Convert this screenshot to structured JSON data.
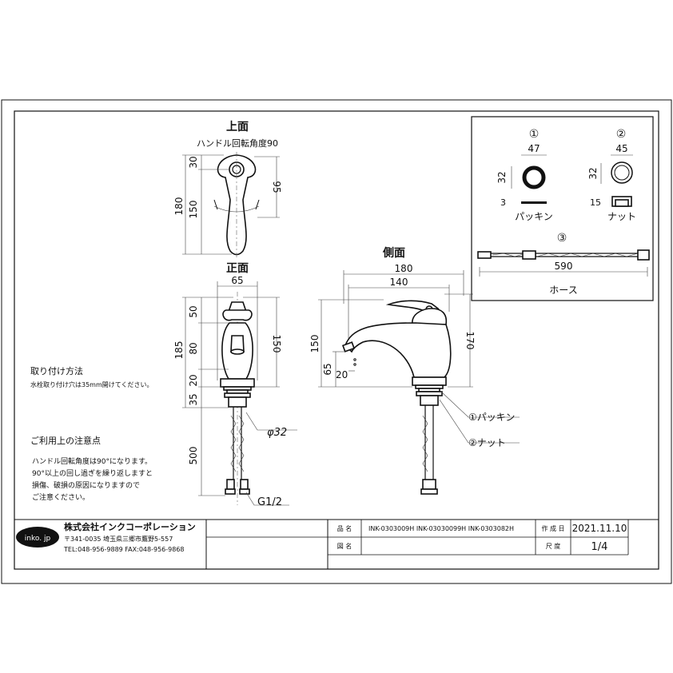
{
  "views": {
    "top": {
      "title": "上面",
      "subtitle": "ハンドル回転角度90",
      "dims": {
        "d30": "30",
        "d180": "180",
        "d150": "150",
        "d95": "95"
      }
    },
    "front": {
      "title": "正面",
      "dims": {
        "d65": "65",
        "d50": "50",
        "d185": "185",
        "d80": "80",
        "d20": "20",
        "d35": "35",
        "d150": "150",
        "d500": "500",
        "phi32": "φ32",
        "g12": "G1/2"
      }
    },
    "side": {
      "title": "側面",
      "dims": {
        "d180": "180",
        "d140": "140",
        "d150": "150",
        "d65": "65",
        "d20": "20",
        "d170": "170"
      },
      "callouts": {
        "packing": "①パッキン",
        "nut": "②ナット"
      }
    }
  },
  "parts_box": {
    "packing": {
      "num": "①",
      "dim_w": "47",
      "dim_h": "32",
      "dim_t": "3",
      "label": "パッキン"
    },
    "nut": {
      "num": "②",
      "dim_w": "45",
      "dim_h": "32",
      "dim_t": "15",
      "label": "ナット"
    },
    "hose": {
      "num": "③",
      "dim_len": "590",
      "label": "ホース"
    }
  },
  "notes": {
    "install_title": "取り付け方法",
    "install_text": "水栓取り付け穴は35mm開けてください。",
    "caution_title": "ご利用上の注意点",
    "caution_lines": [
      "ハンドル回転角度は90°になります。",
      "90°以上の回し過ぎを繰り返しますと",
      "損傷、破損の原因になりますので",
      "ご注意ください。"
    ]
  },
  "title_block": {
    "logo": "inko. jp",
    "company": "株式会社インクコーポレーション",
    "address": "〒341-0035 埼玉県三郷市鷹野5-557",
    "tel_fax": "TEL:048-956-9889 FAX:048-956-9868",
    "product_label": "品 名",
    "product_value": "INK-0303009H INK-03030099H INK-0303082H",
    "drawing_label": "図 名",
    "drawing_value": "",
    "date_label": "作 成 日",
    "date_value": "2021.11.10",
    "scale_label": "尺 度",
    "scale_value": "1/4"
  }
}
